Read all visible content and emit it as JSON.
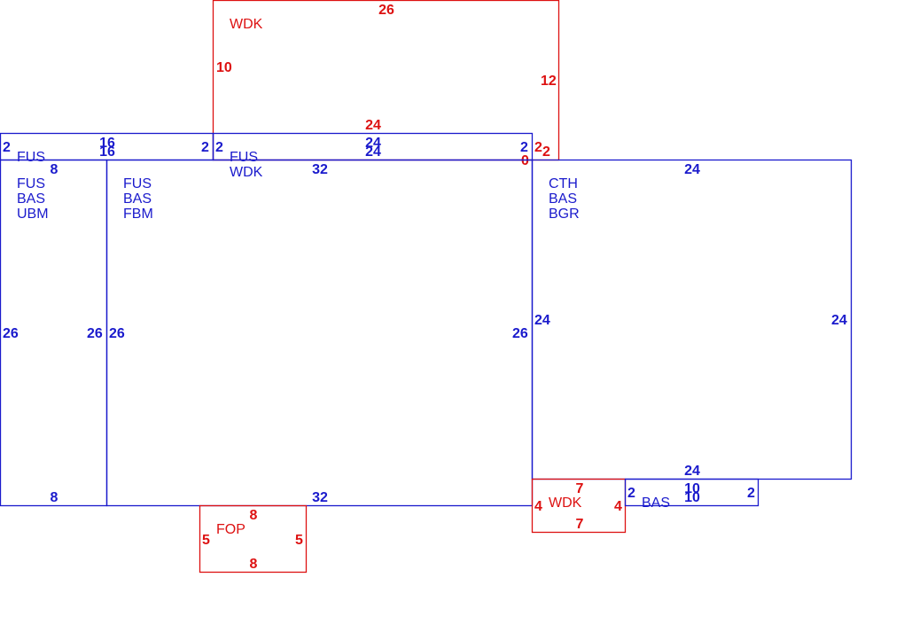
{
  "colors": {
    "blue": "#1a1acc",
    "red": "#dd1111"
  },
  "areas": [
    {
      "key": "wdk-top",
      "color": "red",
      "labels": [
        "WDK"
      ],
      "dims": {
        "top": "26",
        "left": "10",
        "right": "12",
        "bottom": "24"
      }
    },
    {
      "key": "fus-strip-left",
      "color": "blue",
      "labels": [
        "FUS"
      ],
      "dims": {
        "left": "2",
        "top": "16",
        "bottom": "16",
        "right": "2"
      }
    },
    {
      "key": "fus-wdk-strip",
      "color": "blue",
      "labels": [
        "FUS",
        "WDK"
      ],
      "dims": {
        "left": "2",
        "top": "24",
        "bottom": "24",
        "right": "2"
      }
    },
    {
      "key": "wdk-strip-right",
      "color": "red",
      "labels": [],
      "dims": {
        "left": "2",
        "right": "2",
        "bottom": "0"
      }
    },
    {
      "key": "left-room",
      "color": "blue",
      "labels": [
        "FUS",
        "BAS",
        "UBM"
      ],
      "dims": {
        "top": "8",
        "left": "26",
        "right": "26",
        "bottom": "8"
      }
    },
    {
      "key": "main-room",
      "color": "blue",
      "labels": [
        "FUS",
        "BAS",
        "FBM"
      ],
      "dims": {
        "top": "32",
        "left": "26",
        "right": "26",
        "bottom": "32"
      }
    },
    {
      "key": "right-room",
      "color": "blue",
      "labels": [
        "CTH",
        "BAS",
        "BGR"
      ],
      "dims": {
        "top": "24",
        "left": "24",
        "right": "24",
        "bottom": "24"
      }
    },
    {
      "key": "wdk-bottom",
      "color": "red",
      "labels": [
        "WDK"
      ],
      "dims": {
        "top": "7",
        "left": "4",
        "right": "4",
        "bottom": "7"
      }
    },
    {
      "key": "bas-bottom",
      "color": "blue",
      "labels": [
        "BAS"
      ],
      "dims": {
        "left": "2",
        "top": "10",
        "bottom": "10",
        "right": "2"
      }
    },
    {
      "key": "fop",
      "color": "red",
      "labels": [
        "FOP"
      ],
      "dims": {
        "top": "8",
        "left": "5",
        "right": "5",
        "bottom": "8"
      }
    }
  ]
}
